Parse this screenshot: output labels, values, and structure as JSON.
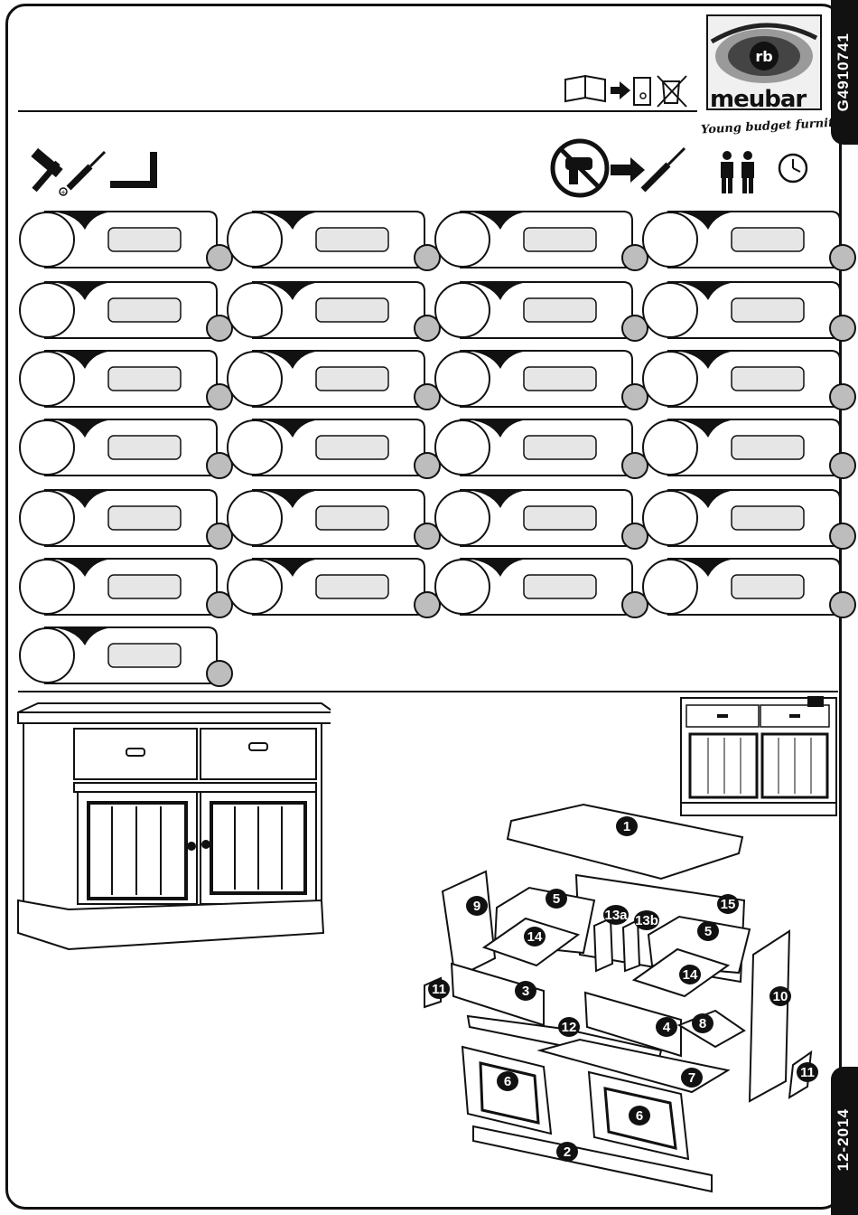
{
  "document": {
    "code": "G4910741",
    "date": "12-2014",
    "brand": "meubar",
    "tagline": "Young budget furniture"
  },
  "parts_grid": {
    "rows": 7,
    "cols": 4,
    "items": [
      {
        "icon": "dowel-icon"
      },
      {
        "icon": "connector-bolt-icon"
      },
      {
        "icon": "cam-lock-icon"
      },
      {
        "icon": "long-screw-icon"
      },
      {
        "icon": "cam-housing-icon"
      },
      {
        "icon": "hinge-plate-icon"
      },
      {
        "icon": "hinge-bracket-icon"
      },
      {
        "icon": "plastic-insert-icon"
      },
      {
        "icon": "shelf-support-icon"
      },
      {
        "icon": "clip-bracket-icon"
      },
      {
        "icon": "short-screw-icon"
      },
      {
        "icon": "machine-screw-icon"
      },
      {
        "icon": "door-stop-icon"
      },
      {
        "icon": "threaded-bolt-icon"
      },
      {
        "icon": "cylinder-pin-icon"
      },
      {
        "icon": "cap-cover-icon"
      },
      {
        "icon": "corner-bracket-icon"
      },
      {
        "icon": "bolt-with-sleeve-icon"
      },
      {
        "icon": "cam-lock-large-icon"
      },
      {
        "icon": "drawer-runner-icon"
      },
      {
        "icon": "drawer-runner-long-icon"
      },
      {
        "icon": "flat-head-screw-icon"
      },
      {
        "icon": "cup-handle-icon"
      },
      {
        "icon": "expansion-screw-icon"
      },
      {
        "icon": "knob-icon"
      }
    ]
  },
  "exploded_view": {
    "labels": [
      "1",
      "2",
      "3",
      "4",
      "5",
      "5",
      "6",
      "6",
      "7",
      "8",
      "9",
      "10",
      "11",
      "11",
      "12",
      "13a",
      "13b",
      "14",
      "14",
      "15"
    ]
  }
}
